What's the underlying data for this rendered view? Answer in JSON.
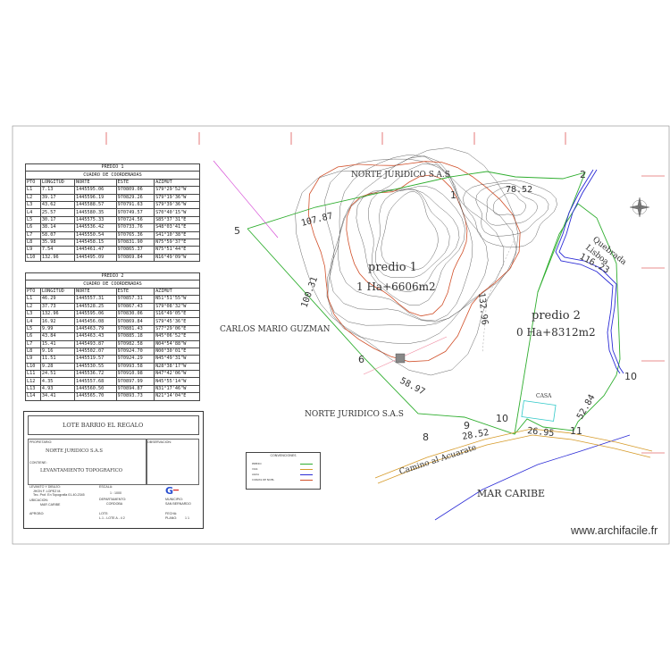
{
  "table1": {
    "title": "PREDIO 1",
    "subtitle": "CUADRO DE COORDENADAS",
    "headers": [
      "PTO",
      "LONGITUD",
      "NORTE",
      "ESTE",
      "AZIMUT"
    ],
    "rows": [
      [
        "L1",
        "7.13",
        "1445595.06",
        "970809.06",
        "S79°29'52\"W"
      ],
      [
        "L2",
        "39.17",
        "1445596.19",
        "970829.26",
        "S79°19'36\"W"
      ],
      [
        "L3",
        "43.62",
        "1445588.57",
        "970791.63",
        "S79°39'36\"W"
      ],
      [
        "L4",
        "25.57",
        "1445580.35",
        "970749.57",
        "S70°40'15\"W"
      ],
      [
        "L5",
        "30.17",
        "1445575.33",
        "970724.56",
        "S85°37'31\"E"
      ],
      [
        "L6",
        "38.14",
        "1445536.42",
        "970733.76",
        "S48°03'41\"E"
      ],
      [
        "L7",
        "58.07",
        "1445550.54",
        "970765.36",
        "S41°10'38\"E"
      ],
      [
        "L8",
        "35.98",
        "1445458.15",
        "970831.90",
        "N75°59'37\"E"
      ],
      [
        "L9",
        "7.54",
        "1445461.47",
        "970865.37",
        "N75°51'44\"E"
      ],
      [
        "L10",
        "132.96",
        "1445495.09",
        "970869.84",
        "N16°49'09\"W"
      ]
    ]
  },
  "table2": {
    "title": "PREDIO 2",
    "subtitle": "CUADRO DE COORDENADAS",
    "headers": [
      "PTO",
      "LONGITUD",
      "NORTE",
      "ESTE",
      "AZIMUT"
    ],
    "rows": [
      [
        "L1",
        "46.29",
        "1445557.31",
        "970857.31",
        "N51°51'55\"W"
      ],
      [
        "L2",
        "37.73",
        "1445528.25",
        "970867.43",
        "S79°08'32\"W"
      ],
      [
        "L3",
        "132.96",
        "1445595.06",
        "970830.06",
        "S16°49'05\"E"
      ],
      [
        "L4",
        "16.92",
        "1445456.08",
        "970869.84",
        "S79°45'36\"E"
      ],
      [
        "L5",
        "9.99",
        "1445463.79",
        "970881.43",
        "S77°29'06\"E"
      ],
      [
        "L6",
        "43.84",
        "1445463.43",
        "970885.18",
        "N45°06'52\"E"
      ],
      [
        "L7",
        "15.41",
        "1445493.87",
        "970982.58",
        "N04°54'88\"W"
      ],
      [
        "L8",
        "9.16",
        "1445502.07",
        "970924.70",
        "N00°30'01\"E"
      ],
      [
        "L9",
        "11.51",
        "1445519.57",
        "970924.29",
        "N45°49'31\"W"
      ],
      [
        "L10",
        "9.28",
        "1445530.55",
        "970993.58",
        "N28°38'17\"W"
      ],
      [
        "L11",
        "24.51",
        "1445536.72",
        "970910.98",
        "N47°42'06\"W"
      ],
      [
        "L12",
        "4.35",
        "1445557.68",
        "970897.99",
        "N45°55'14\"W"
      ],
      [
        "L13",
        "4.93",
        "1445560.50",
        "970894.87",
        "N31°17'46\"W"
      ],
      [
        "L14",
        "34.41",
        "1445565.70",
        "970893.73",
        "N21°14'04\"E"
      ]
    ]
  },
  "title_block": {
    "lot": "LOTE BARRIO EL REGALO",
    "owner_label": "PROPIETARIO:",
    "owner": "NORTE JURIDICO S.A.S",
    "content_label": "CONTIENE:",
    "content": "LEVANTAMIENTO TOPOGRAFICO",
    "obs_label": "OBSERVACION:",
    "surveyor_label": "LEVANTO Y DIBUJO:",
    "surveyor_name": "JHON F. LOPEZ M.",
    "surveyor_id": "Tec. Prof. En Topografia 01-40-2345",
    "location_label": "UBICACION:",
    "location": "MAR CARIBE",
    "scale_label": "ESCALA:",
    "scale": "1 : 1000",
    "dept_label": "DEPARTAMENTO:",
    "dept": "CORDOBA",
    "mun_label": "MUNICIPIO:",
    "mun": "SAN BERNARDO",
    "approved_label": "APROBO:",
    "date_label": "FECHA:",
    "lot_label": "LOTE:",
    "lot_ref": "L.1 - LOTE A - 4 2",
    "sheet_label": "PLANO:",
    "sheet": "1 1"
  },
  "map_labels": {
    "north_top": "NORTE JURIDICO S.A.S",
    "west": "CARLOS MARIO GUZMAN",
    "north_bottom": "NORTE JURIDICO S.A.S",
    "sea": "MAR CARIBE",
    "road": "Camino al Acuarate",
    "creek_1": "Quebrada",
    "creek_2": "Lisboa",
    "casa": "CASA",
    "predio1_name": "predio 1",
    "predio1_area": "1 Ha+6606m2",
    "predio2_name": "predio 2",
    "predio2_area": "0 Ha+8312m2"
  },
  "vertices": [
    "1",
    "2",
    "5",
    "6",
    "8",
    "9",
    "10",
    "10",
    "11"
  ],
  "dimensions": [
    "78.52",
    "107.87",
    "100.31",
    "58.97",
    "132.96",
    "28.52",
    "26.95",
    "52.84",
    "116.23"
  ],
  "legend": {
    "title": "CONVENCIONES",
    "items": [
      {
        "label": "PREDIO",
        "color": "#2fae2f"
      },
      {
        "label": "VIAS",
        "color": "#d69b2a"
      },
      {
        "label": "AGUA",
        "color": "#2c2cd6"
      },
      {
        "label": "CURVAS DE NIVEL",
        "color": "#d1502a"
      }
    ]
  },
  "colors": {
    "boundary": "#2fae2f",
    "index_contour": "#d1502a",
    "contour": "#555555",
    "creek": "#2c2cd6",
    "road": "#d69b2a",
    "section_marker": "#d42020"
  },
  "watermark": "www.archifacile.fr"
}
